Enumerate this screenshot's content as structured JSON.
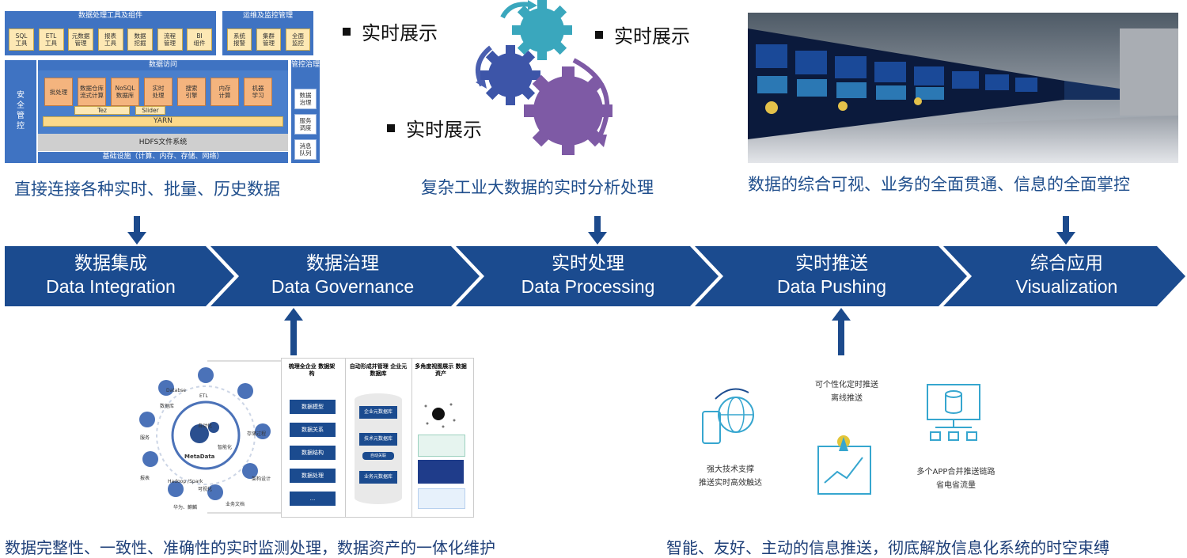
{
  "top_left": {
    "caption": "直接连接各种实时、批量、历史数据",
    "architecture": {
      "tools_header": "数据处理工具及组件",
      "tools": [
        "SQL\n工具",
        "ETL\n工具",
        "元数据\n管理",
        "报表\n工具",
        "数据\n挖掘",
        "流程\n管理",
        "BI\n组件"
      ],
      "ops_header": "运维及监控管理",
      "ops": [
        "系统\n报警",
        "集群\n管理",
        "全面\n监控"
      ],
      "access_header": "数据访问",
      "security": "安全管控",
      "governance_header": "管控治理",
      "engines": [
        "批处理",
        "数据仓库\n流式计算",
        "NoSQL\n数据库",
        "实时\n处理",
        "搜索\n引擎",
        "内存\n计算",
        "机器\n学习"
      ],
      "tez": "Tez",
      "slider": "Slider",
      "yarn": "YARN",
      "hdfs": "HDFS文件系统",
      "infra": "基础设施（计算、内存、存储、网络）",
      "gov_items": [
        "数据\n治理",
        "服务\n调度",
        "消息\n队列"
      ]
    }
  },
  "top_middle": {
    "bullets": [
      "实时展示",
      "实时展示",
      "实时展示"
    ],
    "caption": "复杂工业大数据的实时分析处理"
  },
  "top_right": {
    "caption": "数据的综合可视、业务的全面贯通、信息的全面掌控"
  },
  "pipeline": [
    {
      "cn": "数据集成",
      "en": "Data Integration"
    },
    {
      "cn": "数据治理",
      "en": "Data Governance"
    },
    {
      "cn": "实时处理",
      "en": "Data  Processing"
    },
    {
      "cn": "实时推送",
      "en": "Data Pushing"
    },
    {
      "cn": "综合应用",
      "en": "Visualization"
    }
  ],
  "bottom_left": {
    "caption": "数据完整性、一致性、准确性的实时监测处理，数据资产的一体化维护",
    "center_label": "MetaData",
    "ring_labels": [
      "ETL",
      "存储过程",
      "架构设计",
      "业务文档",
      "华为、麒麟",
      "Hadoop\n/Spark",
      "报表",
      "服务",
      "数据库",
      "Databse"
    ],
    "ring_inner": [
      "自动化",
      "智能化",
      "可视化"
    ],
    "col_headers": [
      "梳理全企业\n数据架构",
      "自动形成并管理\n企业元数据库",
      "多角度视图展示\n数据资产"
    ],
    "col1_items": [
      "数据模型",
      "数据关系",
      "数据结构",
      "数据处理",
      "..."
    ],
    "db_labels": [
      "企业元数据库",
      "技术元数据库",
      "自动关联",
      "业务元数据库"
    ]
  },
  "bottom_right": {
    "caption": "智能、友好、主动的信息推送，彻底解放信息化系统的时空束缚",
    "item_top": "可个性化定时推送\n离线推送",
    "item_left": "强大技术支撑\n推送实时高效触达",
    "item_right": "多个APP合并推送链路\n省电省流量"
  },
  "colors": {
    "band": "#1b4b8f",
    "arrow": "#1c4a8c",
    "caption": "#1f4e8c",
    "gear_teal": "#3aa7bd",
    "gear_blue": "#3d55a8",
    "gear_purple": "#7e5aa5"
  }
}
